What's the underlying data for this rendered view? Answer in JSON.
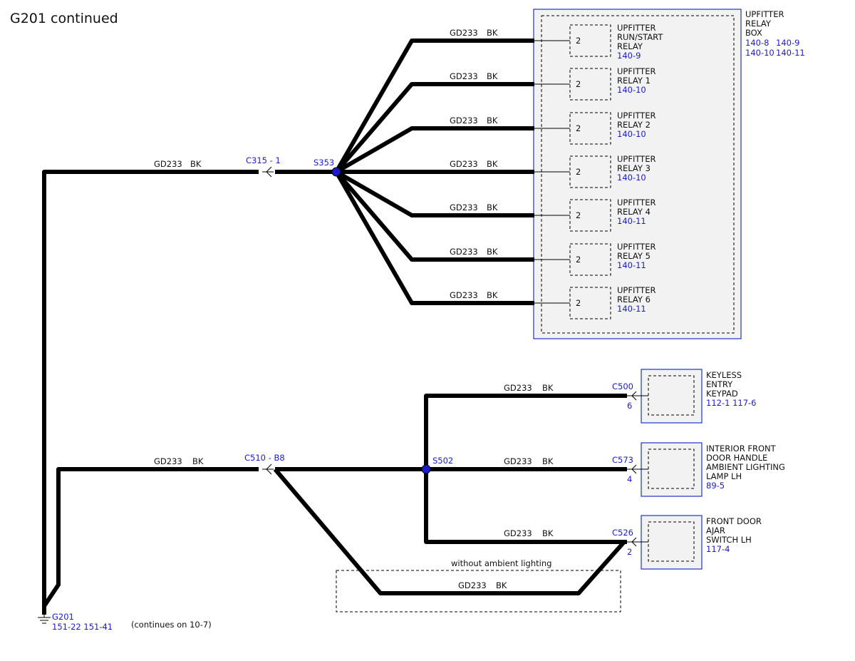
{
  "title": "G201 continued",
  "wire_code": "GD233",
  "wire_color": "BK",
  "colors": {
    "wire": "#000000",
    "reference": "#1a1acc",
    "box_border": "#2233cc",
    "box_fill": "#f2f2f2",
    "splice": "#1a1acc"
  },
  "connectors": {
    "c315": "C315 - 1",
    "c510": "C510  - B8",
    "s353": "S353",
    "s502": "S502"
  },
  "relay_box": {
    "name_lines": [
      "UPFITTER",
      "RELAY",
      "BOX"
    ],
    "refs_line1": [
      "140-8",
      "140-9"
    ],
    "refs_line2": [
      "140-10",
      "140-11"
    ],
    "relays": [
      {
        "pin": "2",
        "lines": [
          "UPFITTER",
          "RUN/START",
          "RELAY"
        ],
        "ref": "140-9"
      },
      {
        "pin": "2",
        "lines": [
          "UPFITTER",
          "RELAY 1"
        ],
        "ref": "140-10"
      },
      {
        "pin": "2",
        "lines": [
          "UPFITTER",
          "RELAY 2"
        ],
        "ref": "140-10"
      },
      {
        "pin": "2",
        "lines": [
          "UPFITTER",
          "RELAY 3"
        ],
        "ref": "140-10"
      },
      {
        "pin": "2",
        "lines": [
          "UPFITTER",
          "RELAY 4"
        ],
        "ref": "140-11"
      },
      {
        "pin": "2",
        "lines": [
          "UPFITTER",
          "RELAY 5"
        ],
        "ref": "140-11"
      },
      {
        "pin": "2",
        "lines": [
          "UPFITTER",
          "RELAY 6"
        ],
        "ref": "140-11"
      }
    ]
  },
  "components": [
    {
      "connector": "C500",
      "pin": "6",
      "lines": [
        "KEYLESS",
        "ENTRY",
        "KEYPAD"
      ],
      "refs": "112-1   117-6"
    },
    {
      "connector": "C573",
      "pin": "4",
      "lines": [
        "INTERIOR FRONT",
        "DOOR HANDLE",
        "AMBIENT LIGHTING",
        "LAMP LH"
      ],
      "refs": "89-5"
    },
    {
      "connector": "C526",
      "pin": "2",
      "lines": [
        "FRONT DOOR",
        "AJAR",
        "SWITCH LH"
      ],
      "refs": "117-4"
    }
  ],
  "option_label": "without ambient lighting",
  "ground": {
    "name": "G201",
    "refs": "151-22   151-41"
  },
  "continues": "(continues on 10-7)"
}
